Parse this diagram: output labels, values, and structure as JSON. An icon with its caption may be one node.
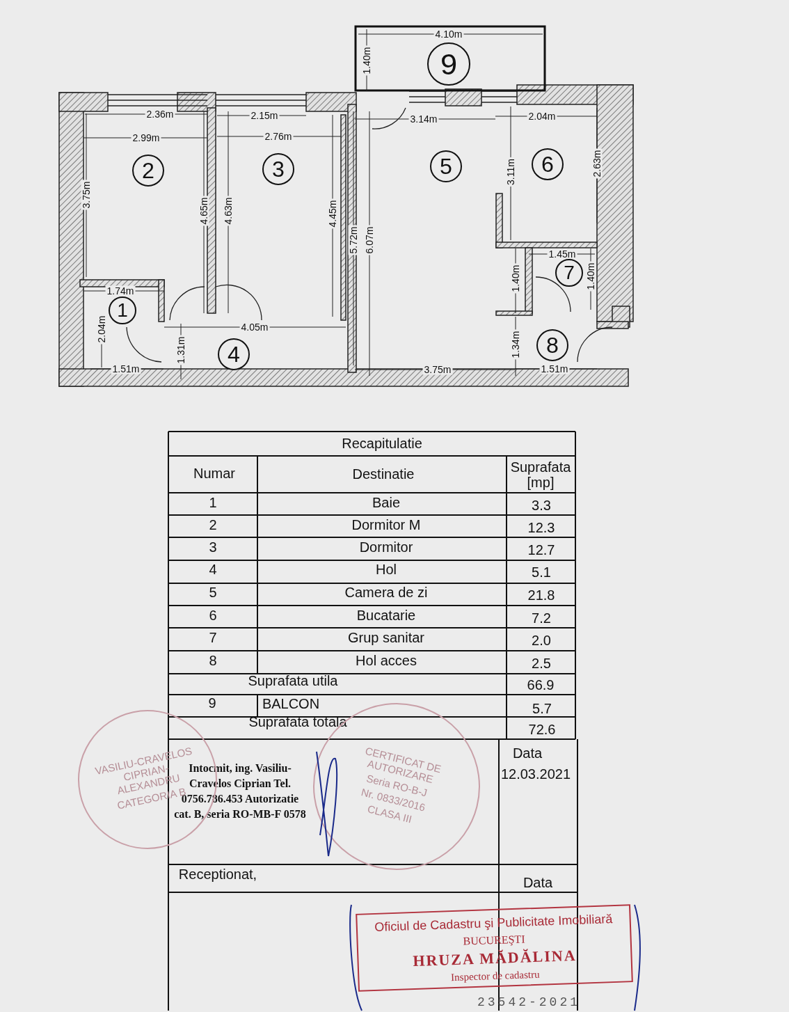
{
  "diagram": {
    "nodes": [
      {
        "text": [
          "1"
        ]
      },
      {
        "text": [
          "2"
        ]
      },
      {
        "text": [
          "3"
        ]
      },
      {
        "text": [
          "4"
        ]
      },
      {
        "text": [
          "5"
        ]
      },
      {
        "text": [
          "6"
        ]
      },
      {
        "text": [
          "7"
        ]
      },
      {
        "text": [
          "8"
        ]
      },
      {
        "text": [
          "9"
        ]
      },
      {
        "text": [
          "VASILIU-CRAVELOS CIPRIAN-ALEXANDRU",
          "CATEGORIA B"
        ]
      },
      {
        "text": [
          "CERTIFICAT DE AUTORIZARE",
          "Seria RO-B-J",
          "Nr. 0833/2016",
          "CLASA III"
        ]
      },
      {
        "text": [
          "Oficiul de Cadastru şi Publicitate Imobiliară",
          "BUCUREŞTI",
          "HRUZA MĂDĂLINA",
          "Inspector de cadastru"
        ]
      }
    ],
    "edges": [],
    "labels": [
      "4.10m",
      "1.40m",
      "2.36m",
      "2.15m",
      "2.99m",
      "2.76m",
      "3.14m",
      "2.04m",
      "3.75m",
      "4.65m",
      "4.63m",
      "4.45m",
      "5.72m",
      "6.07m",
      "3.11m",
      "2.63m",
      "1.45m",
      "1.40m",
      "1.40m",
      "1.74m",
      "2.04m",
      "4.05m",
      "1.31m",
      "1.34m",
      "1.51m",
      "3.75m",
      "1.51m",
      "Recapitulatie",
      "Numar",
      "Destinatie",
      "Suprafata [mp]",
      "1",
      "Baie",
      "3.3",
      "2",
      "Dormitor M",
      "12.3",
      "3",
      "Dormitor",
      "12.7",
      "4",
      "Hol",
      "5.1",
      "5",
      "Camera de zi",
      "21.8",
      "6",
      "Bucatarie",
      "7.2",
      "7",
      "Grup sanitar",
      "2.0",
      "8",
      "Hol acces",
      "2.5",
      "Suprafata utila",
      "66.9",
      "9",
      "BALCON",
      "5.7",
      "Suprafata totala",
      "72.6",
      "Intocmit, ing. Vasiliu-Cravelos Ciprian Tel. 0756.786.453 Autorizatie cat. B, seria RO-MB-F 0578",
      "Data",
      "12.03.2021",
      "Receptionat,",
      "Data",
      "23542-2021"
    ]
  }
}
